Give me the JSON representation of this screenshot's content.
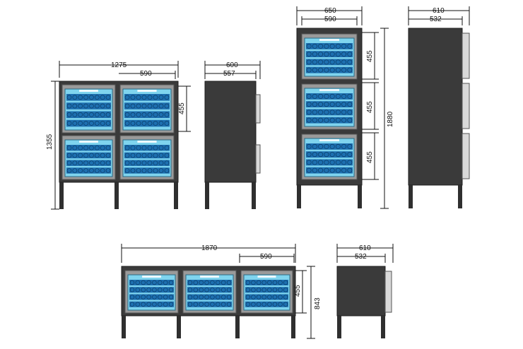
{
  "dimensions": {
    "front_2x2_width": "1275",
    "front_2x2_door_width": "590",
    "front_2x2_height": "1355",
    "front_2x2_door_height": "455",
    "side_2x2_depth_outer": "600",
    "side_2x2_depth_inner": "557",
    "front_3stack_width_outer": "650",
    "front_3stack_width_inner": "590",
    "front_3stack_door1": "455",
    "front_3stack_door2": "455",
    "front_3stack_door3": "455",
    "front_3stack_height": "1880",
    "side_3stack_depth_outer": "610",
    "side_3stack_depth_inner": "532",
    "front_3wide_width": "1870",
    "front_3wide_door_width": "590",
    "front_3wide_door_height": "455",
    "front_3wide_height": "843",
    "side_3wide_depth_outer": "610",
    "side_3wide_depth_inner": "532"
  },
  "colors": {
    "cabinet": "#3a3a3a",
    "frame": "#9a9a9a",
    "glass": "#7fd4ee",
    "rack": "#1d6fb0"
  }
}
